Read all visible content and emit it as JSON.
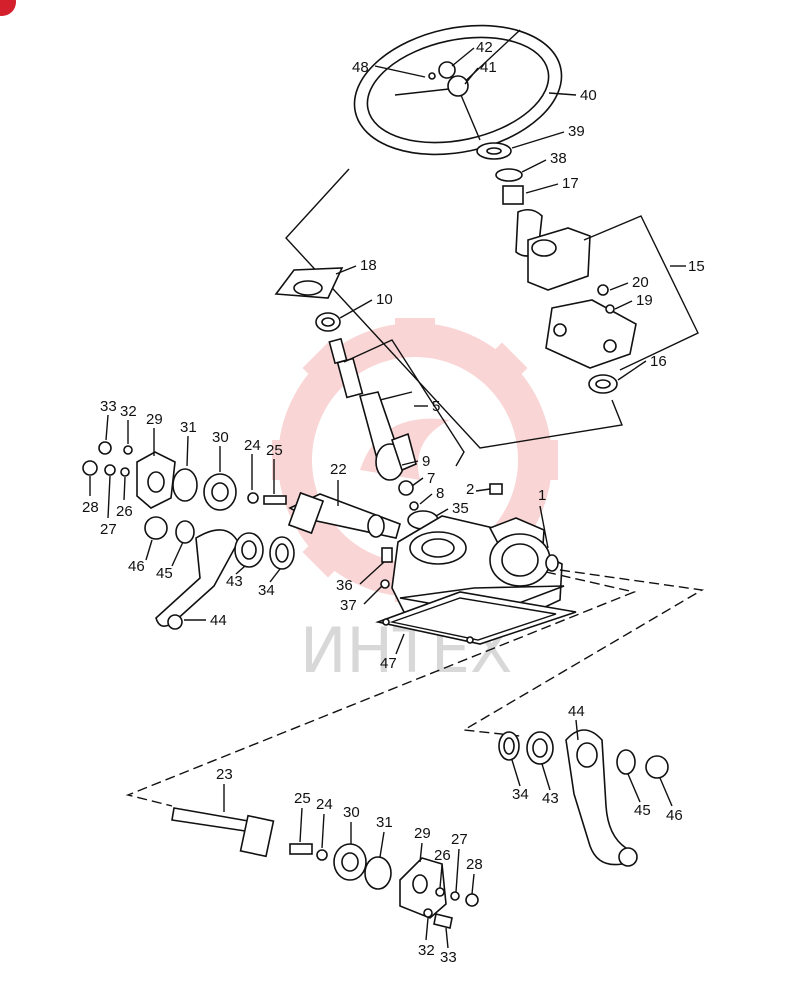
{
  "watermark": {
    "text": "ИНТЕХ",
    "gear_color": "#f5b3b3",
    "text_color": "#d8d8d8"
  },
  "corner_mark_color": "#d4202c",
  "callouts": {
    "c48": "48",
    "c42": "42",
    "c41": "41",
    "c40": "40",
    "c39": "39",
    "c38": "38",
    "c17": "17",
    "c18": "18",
    "c10": "10",
    "c15": "15",
    "c20": "20",
    "c19": "19",
    "c16": "16",
    "c5": "5",
    "c9": "9",
    "c7": "7",
    "c8": "8",
    "c2": "2",
    "c35": "35",
    "c1": "1",
    "c22": "22",
    "c33a": "33",
    "c32a": "32",
    "c29a": "29",
    "c31a": "31",
    "c30a": "30",
    "c24a": "24",
    "c25a": "25",
    "c28a": "28",
    "c27a": "27",
    "c26a": "26",
    "c46a": "46",
    "c45a": "45",
    "c43a": "43",
    "c34a": "34",
    "c44a": "44",
    "c36": "36",
    "c37": "37",
    "c47": "47",
    "c44b": "44",
    "c34b": "34",
    "c43b": "43",
    "c45b": "45",
    "c46b": "46",
    "c23": "23",
    "c25b": "25",
    "c24b": "24",
    "c30b": "30",
    "c31b": "31",
    "c29b": "29",
    "c27b": "27",
    "c26b": "26",
    "c28b": "28",
    "c32b": "32",
    "c33b": "33"
  }
}
